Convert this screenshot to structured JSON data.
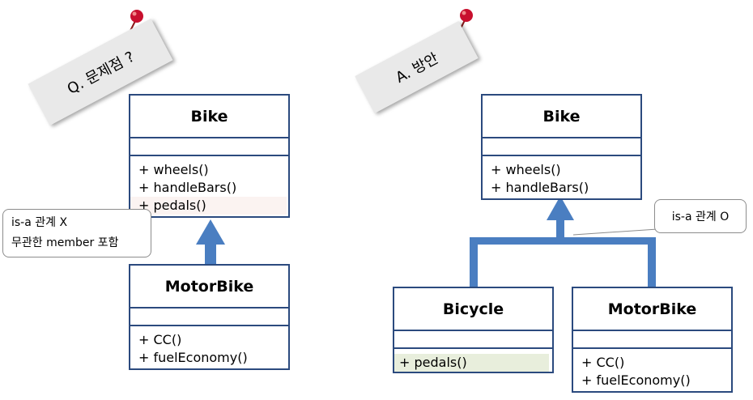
{
  "left": {
    "note_text": "Q. 문제점 ?",
    "base_class": {
      "name": "Bike",
      "ops": [
        "+ wheels()",
        "+ handleBars()",
        "+ pedals()"
      ]
    },
    "sub_class": {
      "name": "MotorBike",
      "ops": [
        "+ CC()",
        "+ fuelEconomy()"
      ]
    },
    "callout": {
      "line1": "is-a 관계 X",
      "line2": "무관한 member 포함"
    }
  },
  "right": {
    "note_text": "A. 방안",
    "base_class": {
      "name": "Bike",
      "ops": [
        "+ wheels()",
        "+ handleBars()"
      ]
    },
    "sub_class_1": {
      "name": "Bicycle",
      "ops": [
        "+ pedals()"
      ]
    },
    "sub_class_2": {
      "name": "MotorBike",
      "ops": [
        "+ CC()",
        "+ fuelEconomy()"
      ]
    },
    "callout": {
      "line1": "is-a 관계 O"
    }
  },
  "colors": {
    "arrow": "#4a7ec1",
    "class_border": "#2b4a7e",
    "pin": "#c8102e",
    "note_bg": "#e9e9e9"
  }
}
